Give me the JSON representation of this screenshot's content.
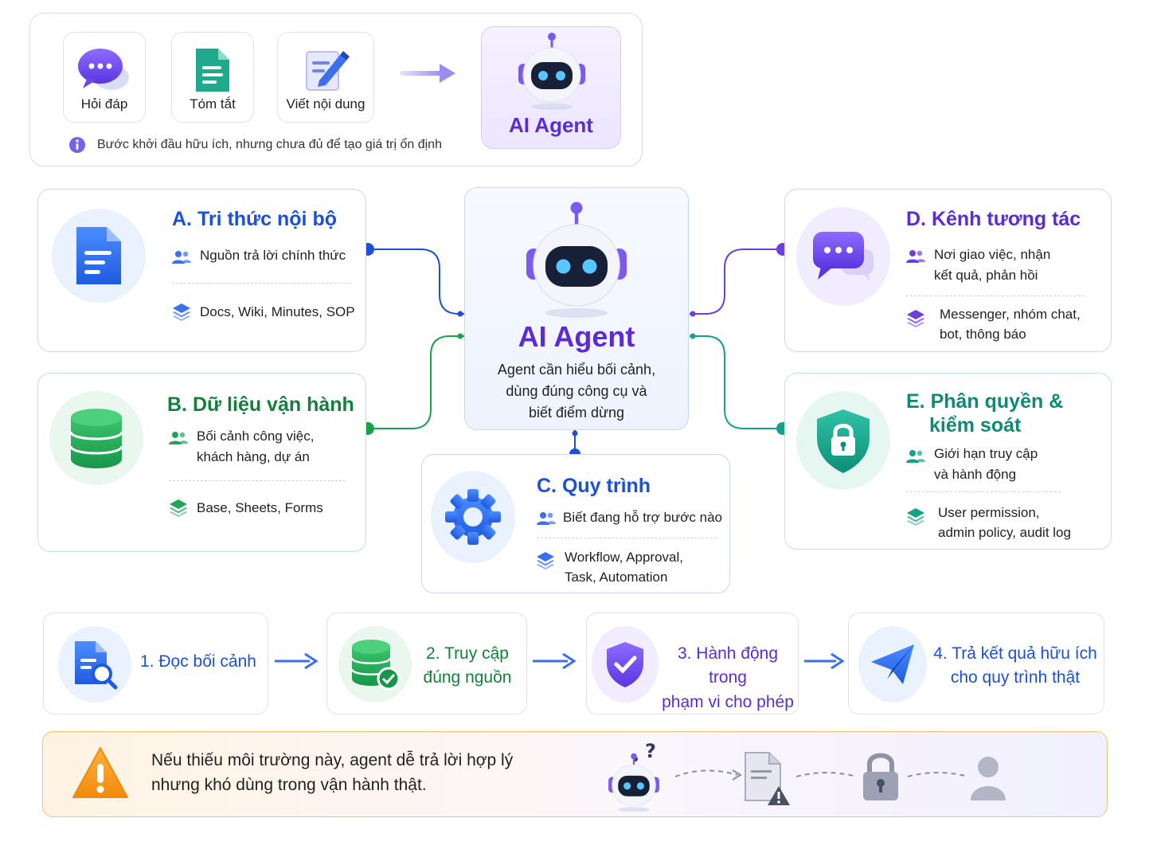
{
  "top": {
    "items": [
      {
        "label": "Hỏi đáp",
        "icon": "chat-bubble-icon"
      },
      {
        "label": "Tóm tắt",
        "icon": "document-icon"
      },
      {
        "label": "Viết nội dung",
        "icon": "edit-note-icon"
      }
    ],
    "agent_label": "AI Agent",
    "note": "Bước khởi đầu hữu ích, nhưng chưa đủ để tạo giá trị ổn định"
  },
  "center": {
    "title": "AI Agent",
    "desc_lines": [
      "Agent cần hiểu bối cảnh,",
      "dùng đúng công cụ và",
      "biết điểm dừng"
    ]
  },
  "sections": {
    "a": {
      "title": "A. Tri thức nội bộ",
      "row1": "Nguồn trả lời chính thức",
      "row2": "Docs, Wiki, Minutes, SOP",
      "color": "#1d4fd8"
    },
    "b": {
      "title": "B. Dữ liệu vận hành",
      "row1_l1": "Bối cảnh công việc,",
      "row1_l2": "khách hàng, dự án",
      "row2": "Base, Sheets, Forms",
      "color": "#15803d"
    },
    "c": {
      "title": "C. Quy trình",
      "row1": "Biết đang hỗ trợ bước nào",
      "row2_l1": "Workflow, Approval,",
      "row2_l2": "Task, Automation",
      "color": "#1d4fd8"
    },
    "d": {
      "title": "D. Kênh tương tác",
      "row1_l1": "Nơi giao việc, nhận",
      "row1_l2": "kết quả, phản hồi",
      "row2_l1": "Messenger, nhóm chat,",
      "row2_l2": "bot, thông báo",
      "color": "#5b2bd6"
    },
    "e": {
      "title_l1": "E. Phân quyền &",
      "title_l2": "kiểm soát",
      "row1_l1": "Giới hạn truy cập",
      "row1_l2": "và hành động",
      "row2_l1": "User permission,",
      "row2_l2": "admin policy, audit log",
      "color": "#0f8a74"
    }
  },
  "steps": [
    {
      "l1": "1. Đọc bối cảnh",
      "l2": "",
      "icon": "document-search-icon"
    },
    {
      "l1": "2. Truy cập",
      "l2": "đúng nguồn",
      "icon": "database-check-icon"
    },
    {
      "l1": "3. Hành động trong",
      "l2": "phạm vi cho phép",
      "icon": "shield-check-icon"
    },
    {
      "l1": "4. Trả kết quả hữu ích",
      "l2": "cho quy trình thật",
      "icon": "paper-plane-icon"
    }
  ],
  "warning": {
    "l1": "Nếu thiếu môi trường này, agent dễ trả lời hợp lý",
    "l2": "nhưng khó dùng trong vận hành thật."
  }
}
